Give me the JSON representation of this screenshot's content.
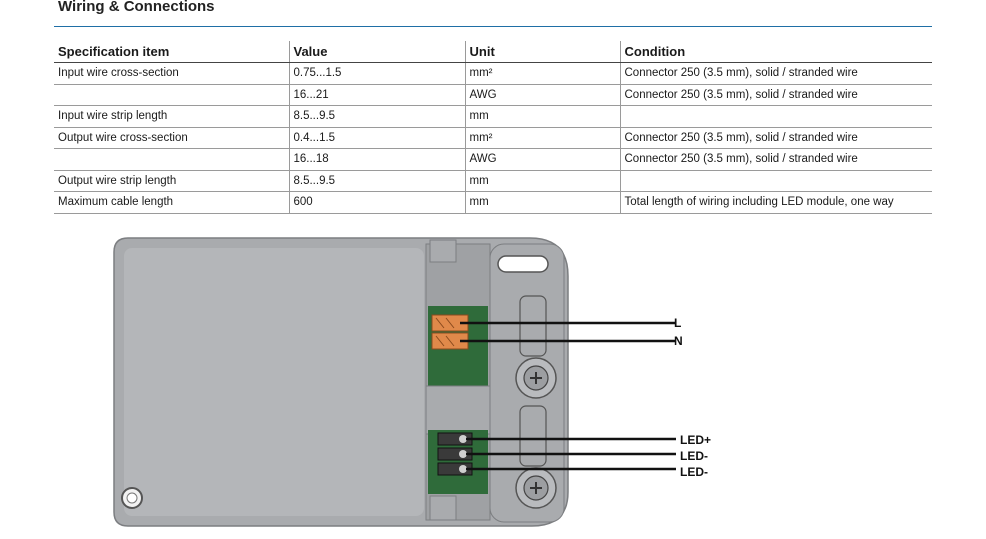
{
  "section_title": "Wiring & Connections",
  "table": {
    "headers": [
      "Specification item",
      "Value",
      "Unit",
      "Condition"
    ],
    "rows": [
      [
        "Input wire cross-section",
        "0.75...1.5",
        "mm²",
        "Connector 250 (3.5 mm), solid / stranded wire"
      ],
      [
        "",
        "16...21",
        "AWG",
        "Connector 250 (3.5 mm), solid / stranded wire"
      ],
      [
        "Input wire strip length",
        "8.5...9.5",
        "mm",
        ""
      ],
      [
        "Output wire cross-section",
        "0.4...1.5",
        "mm²",
        "Connector 250 (3.5 mm), solid / stranded wire"
      ],
      [
        "",
        "16...18",
        "AWG",
        "Connector 250 (3.5 mm), solid / stranded wire"
      ],
      [
        "Output wire strip length",
        "8.5...9.5",
        "mm",
        ""
      ],
      [
        "Maximum cable length",
        "600",
        "mm",
        "Total length of wiring including LED module, one way"
      ]
    ]
  },
  "diagram": {
    "labels": {
      "l": "L",
      "n": "N",
      "led_plus": "LED+",
      "led_minus_1": "LED-",
      "led_minus_2": "LED-"
    },
    "colors": {
      "housing": "#a9abae",
      "housing_edge": "#7c7e81",
      "pcb": "#2f6b3a",
      "input_connector": "#e0894a",
      "output_connector": "#3a3a3a",
      "wire": "#111111"
    }
  }
}
